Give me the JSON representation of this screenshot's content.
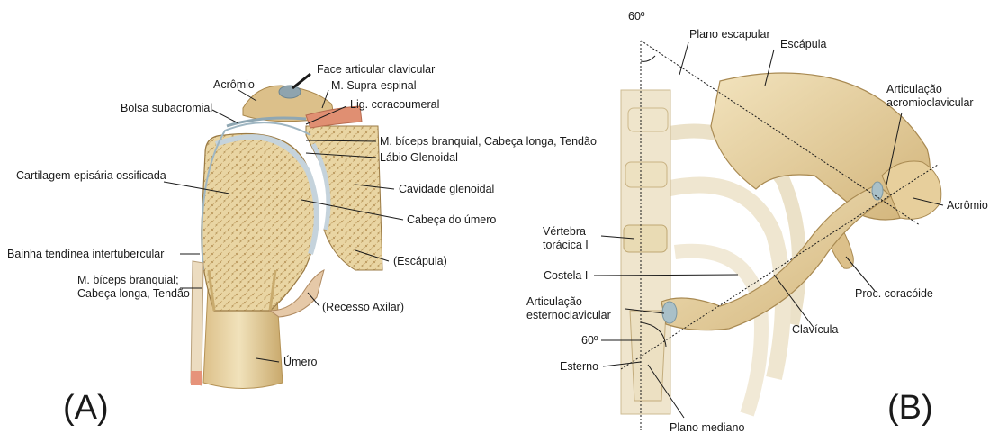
{
  "panelA": {
    "tag": "(A)",
    "labels": {
      "acromio": "Acrômio",
      "face_articular": "Face articular clavicular",
      "supra_espinal": "M. Supra-espinal",
      "bolsa": "Bolsa subacromial",
      "lig_coracoumeral": "Lig. coracoumeral",
      "biceps_tendao": "M. bíceps branquial, Cabeça longa, Tendão",
      "labio": "Lábio Glenoidal",
      "cartilagem": "Cartilagem episária ossificada",
      "cavidade": "Cavidade glenoidal",
      "cabeca": "Cabeça do úmero",
      "bainha": "Bainha tendínea intertubercular",
      "escapula_paren": "(Escápula)",
      "biceps_l1": "M. bíceps branquial;",
      "biceps_l2": "Cabeça longa, Tendão",
      "recesso": "(Recesso Axilar)",
      "umero": "Úmero"
    }
  },
  "panelB": {
    "tag": "(B)",
    "labels": {
      "angle_top": "60º",
      "plano_escapular": "Plano escapular",
      "escapula": "Escápula",
      "artic_acromio_l1": "Articulação",
      "artic_acromio_l2": "acromioclavicular",
      "acromio": "Acrômio",
      "vertebra_l1": "Vértebra",
      "vertebra_l2": "torácica I",
      "costela": "Costela I",
      "artic_esterno_l1": "Articulação",
      "artic_esterno_l2": "esternoclavicular",
      "proc": "Proc. coracóide",
      "angle_bottom": "60º",
      "clavicula": "Clavícula",
      "esterno": "Esterno",
      "plano_mediano": "Plano mediano"
    }
  },
  "colors": {
    "bone": "#e8d3a0",
    "bone_dark": "#c9ab6e",
    "bone_light": "#f3e6c2",
    "cartilage": "#c9d7df",
    "tendon": "#ecdcc0",
    "muscle": "#e08f72",
    "rib": "#efe7d4"
  }
}
